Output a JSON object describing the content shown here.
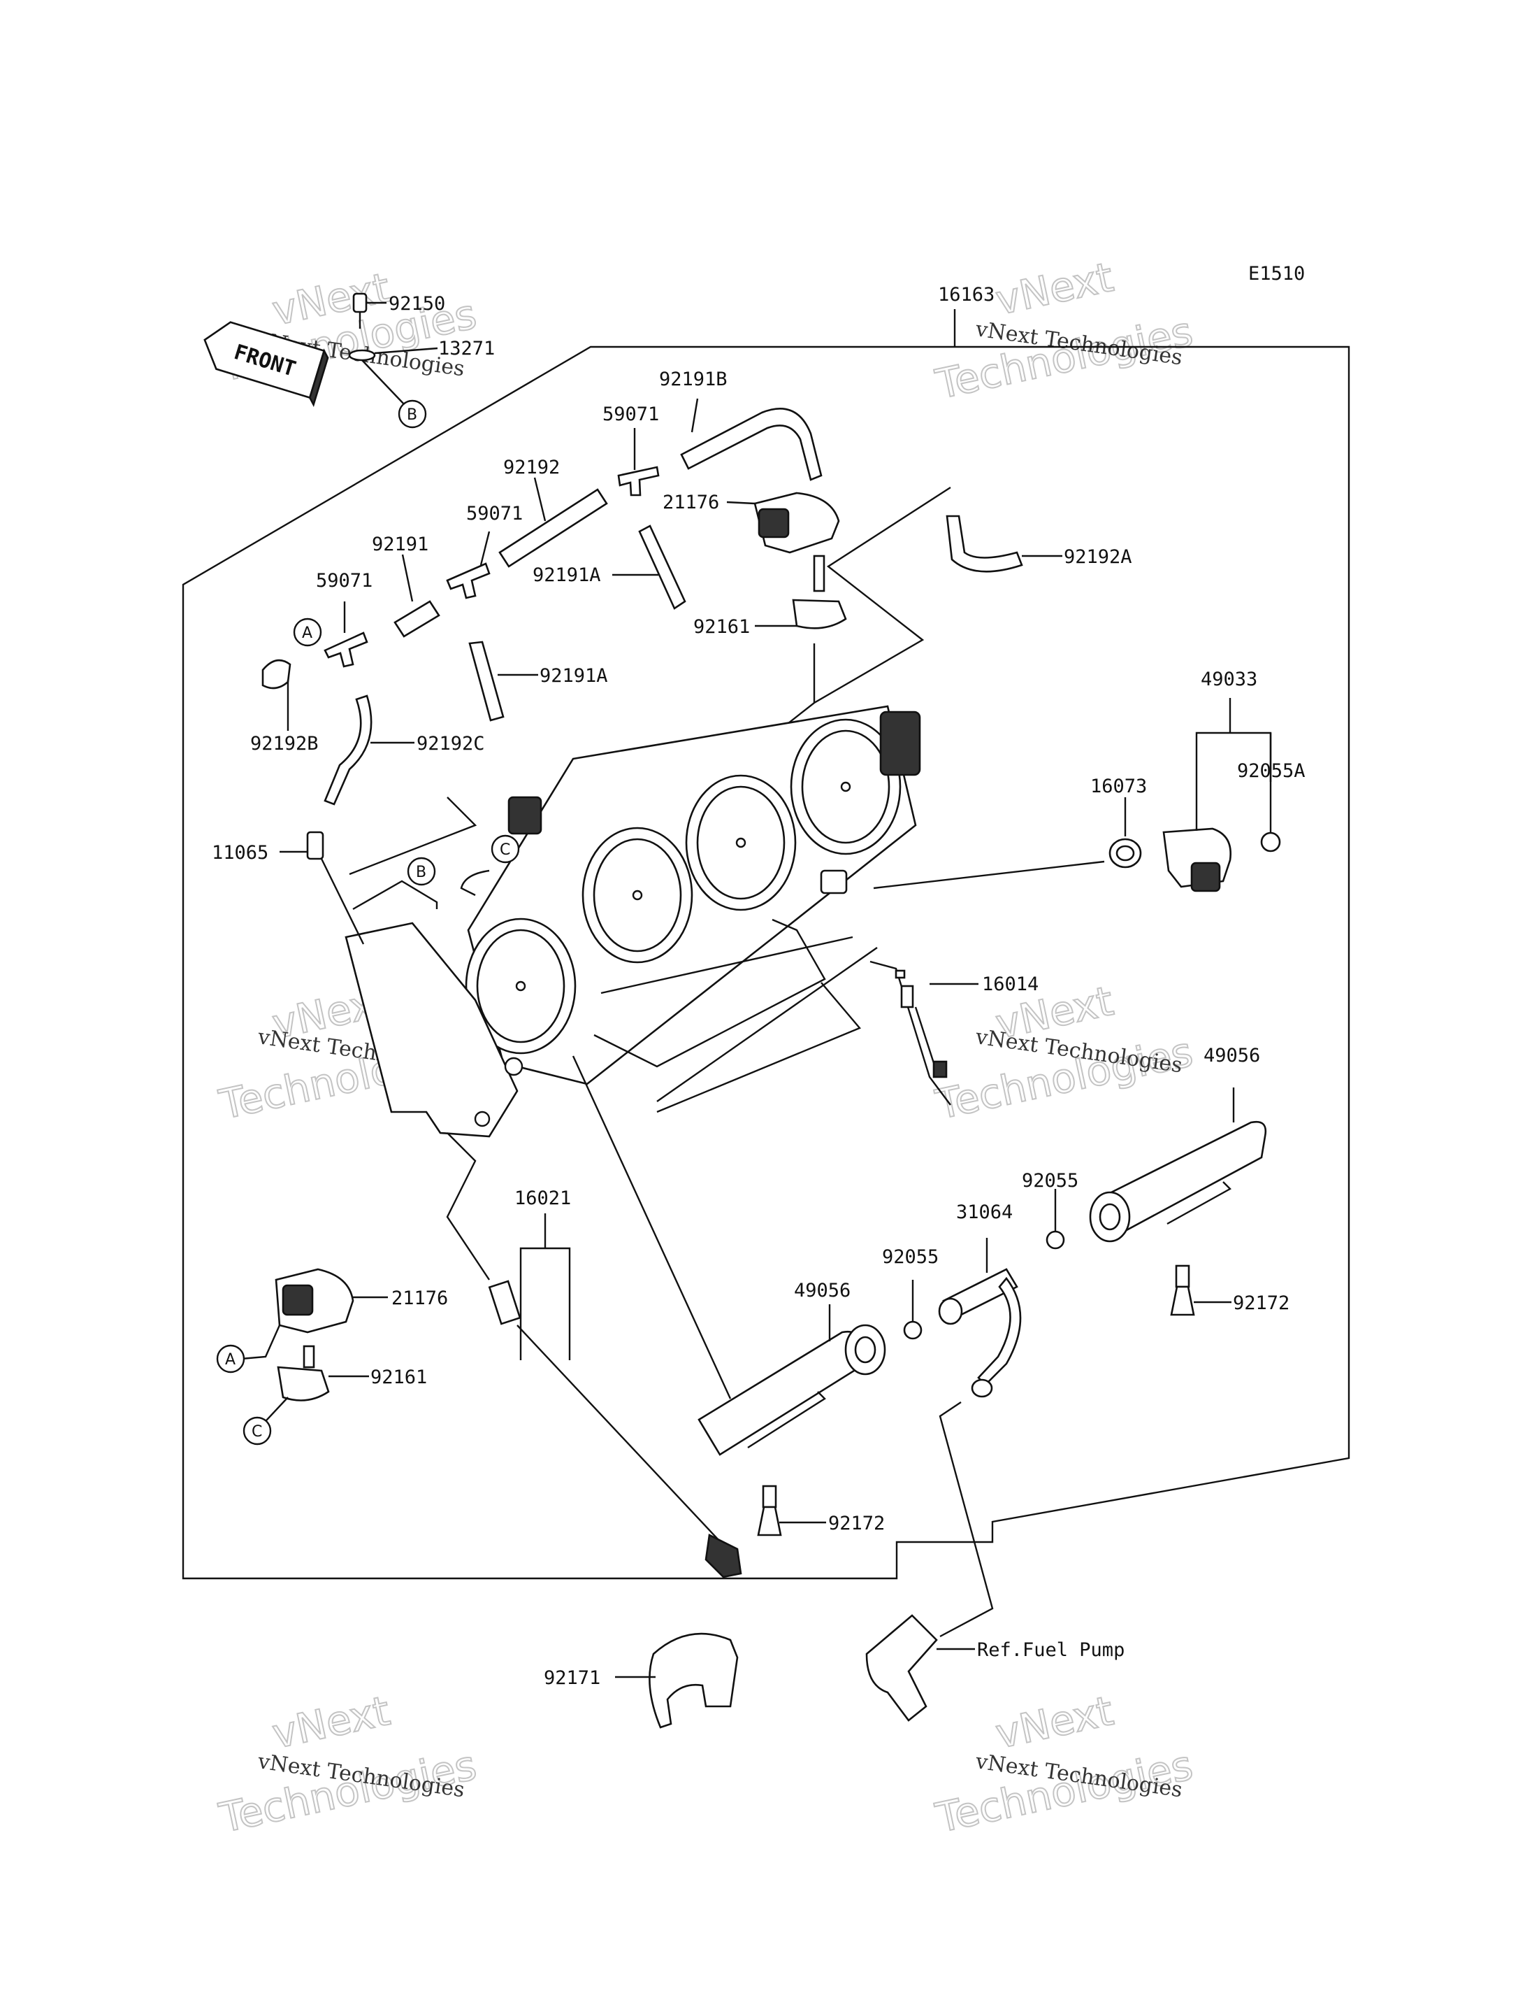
{
  "diagram_code": "E1510",
  "front_arrow_text": "FRONT",
  "labels": {
    "p16163": "16163",
    "p92150": "92150",
    "p13271": "13271",
    "p92191B": "92191B",
    "p59071_a": "59071",
    "p92192": "92192",
    "p21176_top": "21176",
    "p59071_b": "59071",
    "p92191": "92191",
    "p92191A_a": "92191A",
    "p92192A": "92192A",
    "p59071_c": "59071",
    "p92161_top": "92161",
    "p92191A_b": "92191A",
    "p92192B": "92192B",
    "p92192C": "92192C",
    "p49033": "49033",
    "p16073": "16073",
    "p92055A": "92055A",
    "p11065": "11065",
    "p16014": "16014",
    "p49056_r": "49056",
    "p92055_r": "92055",
    "p16021": "16021",
    "p31064": "31064",
    "p92055_l": "92055",
    "p49056_l": "49056",
    "p21176_bot": "21176",
    "p92172_r": "92172",
    "p92161_bot": "92161",
    "p92172_l": "92172",
    "p92171": "92171",
    "ref_fuel_pump": "Ref.Fuel Pump"
  },
  "callouts": {
    "A": "A",
    "B": "B",
    "C": "C"
  },
  "watermark": {
    "line1": "vNext Technologies",
    "line2": "vNext",
    "line3": "Technologies"
  }
}
